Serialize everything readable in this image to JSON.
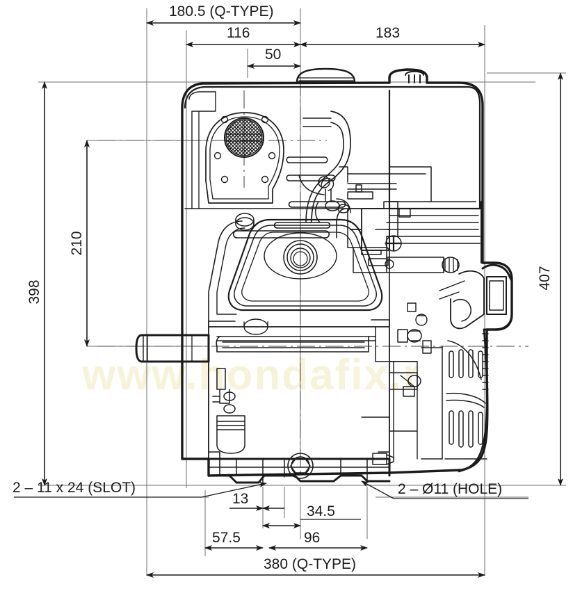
{
  "drawing": {
    "title": "Engine dimensional outline drawing",
    "subject": "horizontal-shaft-gasoline-engine",
    "view": "front-elevation",
    "units": "mm",
    "line_color": "#1b1b1b",
    "thin_line_color": "#6e6e6e",
    "background": "#ffffff",
    "watermark": "www.hondafix.r",
    "watermark_color": "#f7f3d8"
  },
  "dimensions": {
    "top": [
      {
        "id": "dim-180-5",
        "label": "180.5 (Q-TYPE)",
        "value": 180.5,
        "note": "Q-TYPE",
        "orientation": "horizontal",
        "row": 1
      },
      {
        "id": "dim-116",
        "label": "116",
        "value": 116,
        "orientation": "horizontal",
        "row": 2
      },
      {
        "id": "dim-183",
        "label": "183",
        "value": 183,
        "orientation": "horizontal",
        "row": 2
      },
      {
        "id": "dim-50",
        "label": "50",
        "value": 50,
        "orientation": "horizontal",
        "row": 3
      }
    ],
    "left": [
      {
        "id": "dim-398",
        "label": "398",
        "value": 398,
        "orientation": "vertical"
      },
      {
        "id": "dim-210",
        "label": "210",
        "value": 210,
        "orientation": "vertical"
      }
    ],
    "right": [
      {
        "id": "dim-407",
        "label": "407",
        "value": 407,
        "orientation": "vertical"
      }
    ],
    "bottom": [
      {
        "id": "dim-13",
        "label": "13",
        "value": 13,
        "orientation": "horizontal",
        "row": 1
      },
      {
        "id": "dim-34-5",
        "label": "34.5",
        "value": 34.5,
        "orientation": "horizontal",
        "row": 2
      },
      {
        "id": "dim-57-5",
        "label": "57.5",
        "value": 57.5,
        "orientation": "horizontal",
        "row": 3
      },
      {
        "id": "dim-96",
        "label": "96",
        "value": 96,
        "orientation": "horizontal",
        "row": 3
      },
      {
        "id": "dim-380",
        "label": "380 (Q-TYPE)",
        "value": 380,
        "note": "Q-TYPE",
        "orientation": "horizontal",
        "row": 4
      }
    ]
  },
  "callouts": [
    {
      "id": "callout-slot",
      "label": "2 – 11 x 24 (SLOT)",
      "quantity": 2,
      "feature": "slot",
      "size": "11 x 24",
      "side": "left"
    },
    {
      "id": "callout-hole",
      "label": "2 – Ø11 (HOLE)",
      "quantity": 2,
      "feature": "hole",
      "size": "Ø11",
      "side": "right"
    }
  ],
  "components": [
    {
      "id": "fuel-tank",
      "name": "fuel-tank"
    },
    {
      "id": "fuel-cap",
      "name": "fuel-cap"
    },
    {
      "id": "recoil-starter",
      "name": "recoil-starter-cover"
    },
    {
      "id": "starter-screen",
      "name": "starter-air-screen"
    },
    {
      "id": "air-cleaner",
      "name": "air-cleaner-assembly"
    },
    {
      "id": "cylinder-head-cover",
      "name": "cylinder-head-cover"
    },
    {
      "id": "cylinder-fins",
      "name": "cylinder-cooling-fins"
    },
    {
      "id": "carburetor",
      "name": "carburetor"
    },
    {
      "id": "muffler-guard",
      "name": "muffler-guard"
    },
    {
      "id": "crankshaft",
      "name": "crankshaft-pto-shaft"
    },
    {
      "id": "oil-drain-bolt",
      "name": "oil-drain-bolt"
    },
    {
      "id": "oil-alert-sensor",
      "name": "oil-level-sensor"
    },
    {
      "id": "mounting-base",
      "name": "mounting-base"
    }
  ]
}
